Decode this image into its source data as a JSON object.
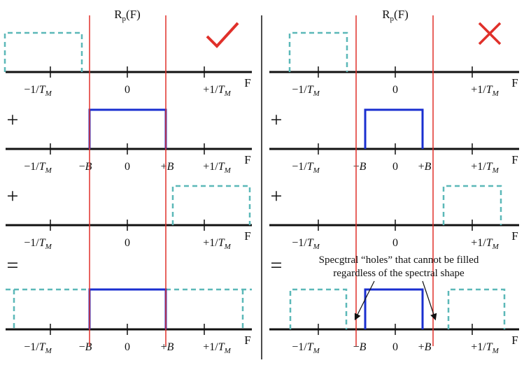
{
  "left_panel": {
    "title": "R_p(F)",
    "verdict": "correct",
    "rows": [
      {
        "operator": "",
        "labels": [
          "−1/T_M",
          "0",
          "+1/T_M"
        ],
        "axis": "F"
      },
      {
        "operator": "+",
        "labels": [
          "−1/T_M",
          "−B",
          "0",
          "+B",
          "+1/T_M"
        ],
        "axis": "F"
      },
      {
        "operator": "+",
        "labels": [
          "−1/T_M",
          "0",
          "+1/T_M"
        ],
        "axis": "F"
      },
      {
        "operator": "=",
        "labels": [
          "−1/T_M",
          "−B",
          "0",
          "+B",
          "+1/T_M"
        ],
        "axis": "F"
      }
    ]
  },
  "right_panel": {
    "title": "R_p(F)",
    "verdict": "wrong",
    "rows": [
      {
        "operator": "",
        "labels": [
          "−1/T_M",
          "0",
          "+1/T_M"
        ],
        "axis": "F"
      },
      {
        "operator": "+",
        "labels": [
          "−1/T_M",
          "−B",
          "0",
          "+B",
          "+1/T_M"
        ],
        "axis": "F"
      },
      {
        "operator": "+",
        "labels": [
          "−1/T_M",
          "0",
          "+1/T_M"
        ],
        "axis": "F"
      },
      {
        "operator": "=",
        "labels": [
          "−1/T_M",
          "−B",
          "0",
          "+B",
          "+1/T_M"
        ],
        "axis": "F"
      }
    ],
    "annotation_line1": "Specgtral “holes” that cannot be filled",
    "annotation_line2": "regardless of the spectral shape"
  },
  "colors": {
    "axis": "#111111",
    "boundary": "#e0302a",
    "baseband": "#1a2fd0",
    "replica": "#5bb8b8",
    "check": "#e0302a",
    "cross": "#e0302a"
  }
}
